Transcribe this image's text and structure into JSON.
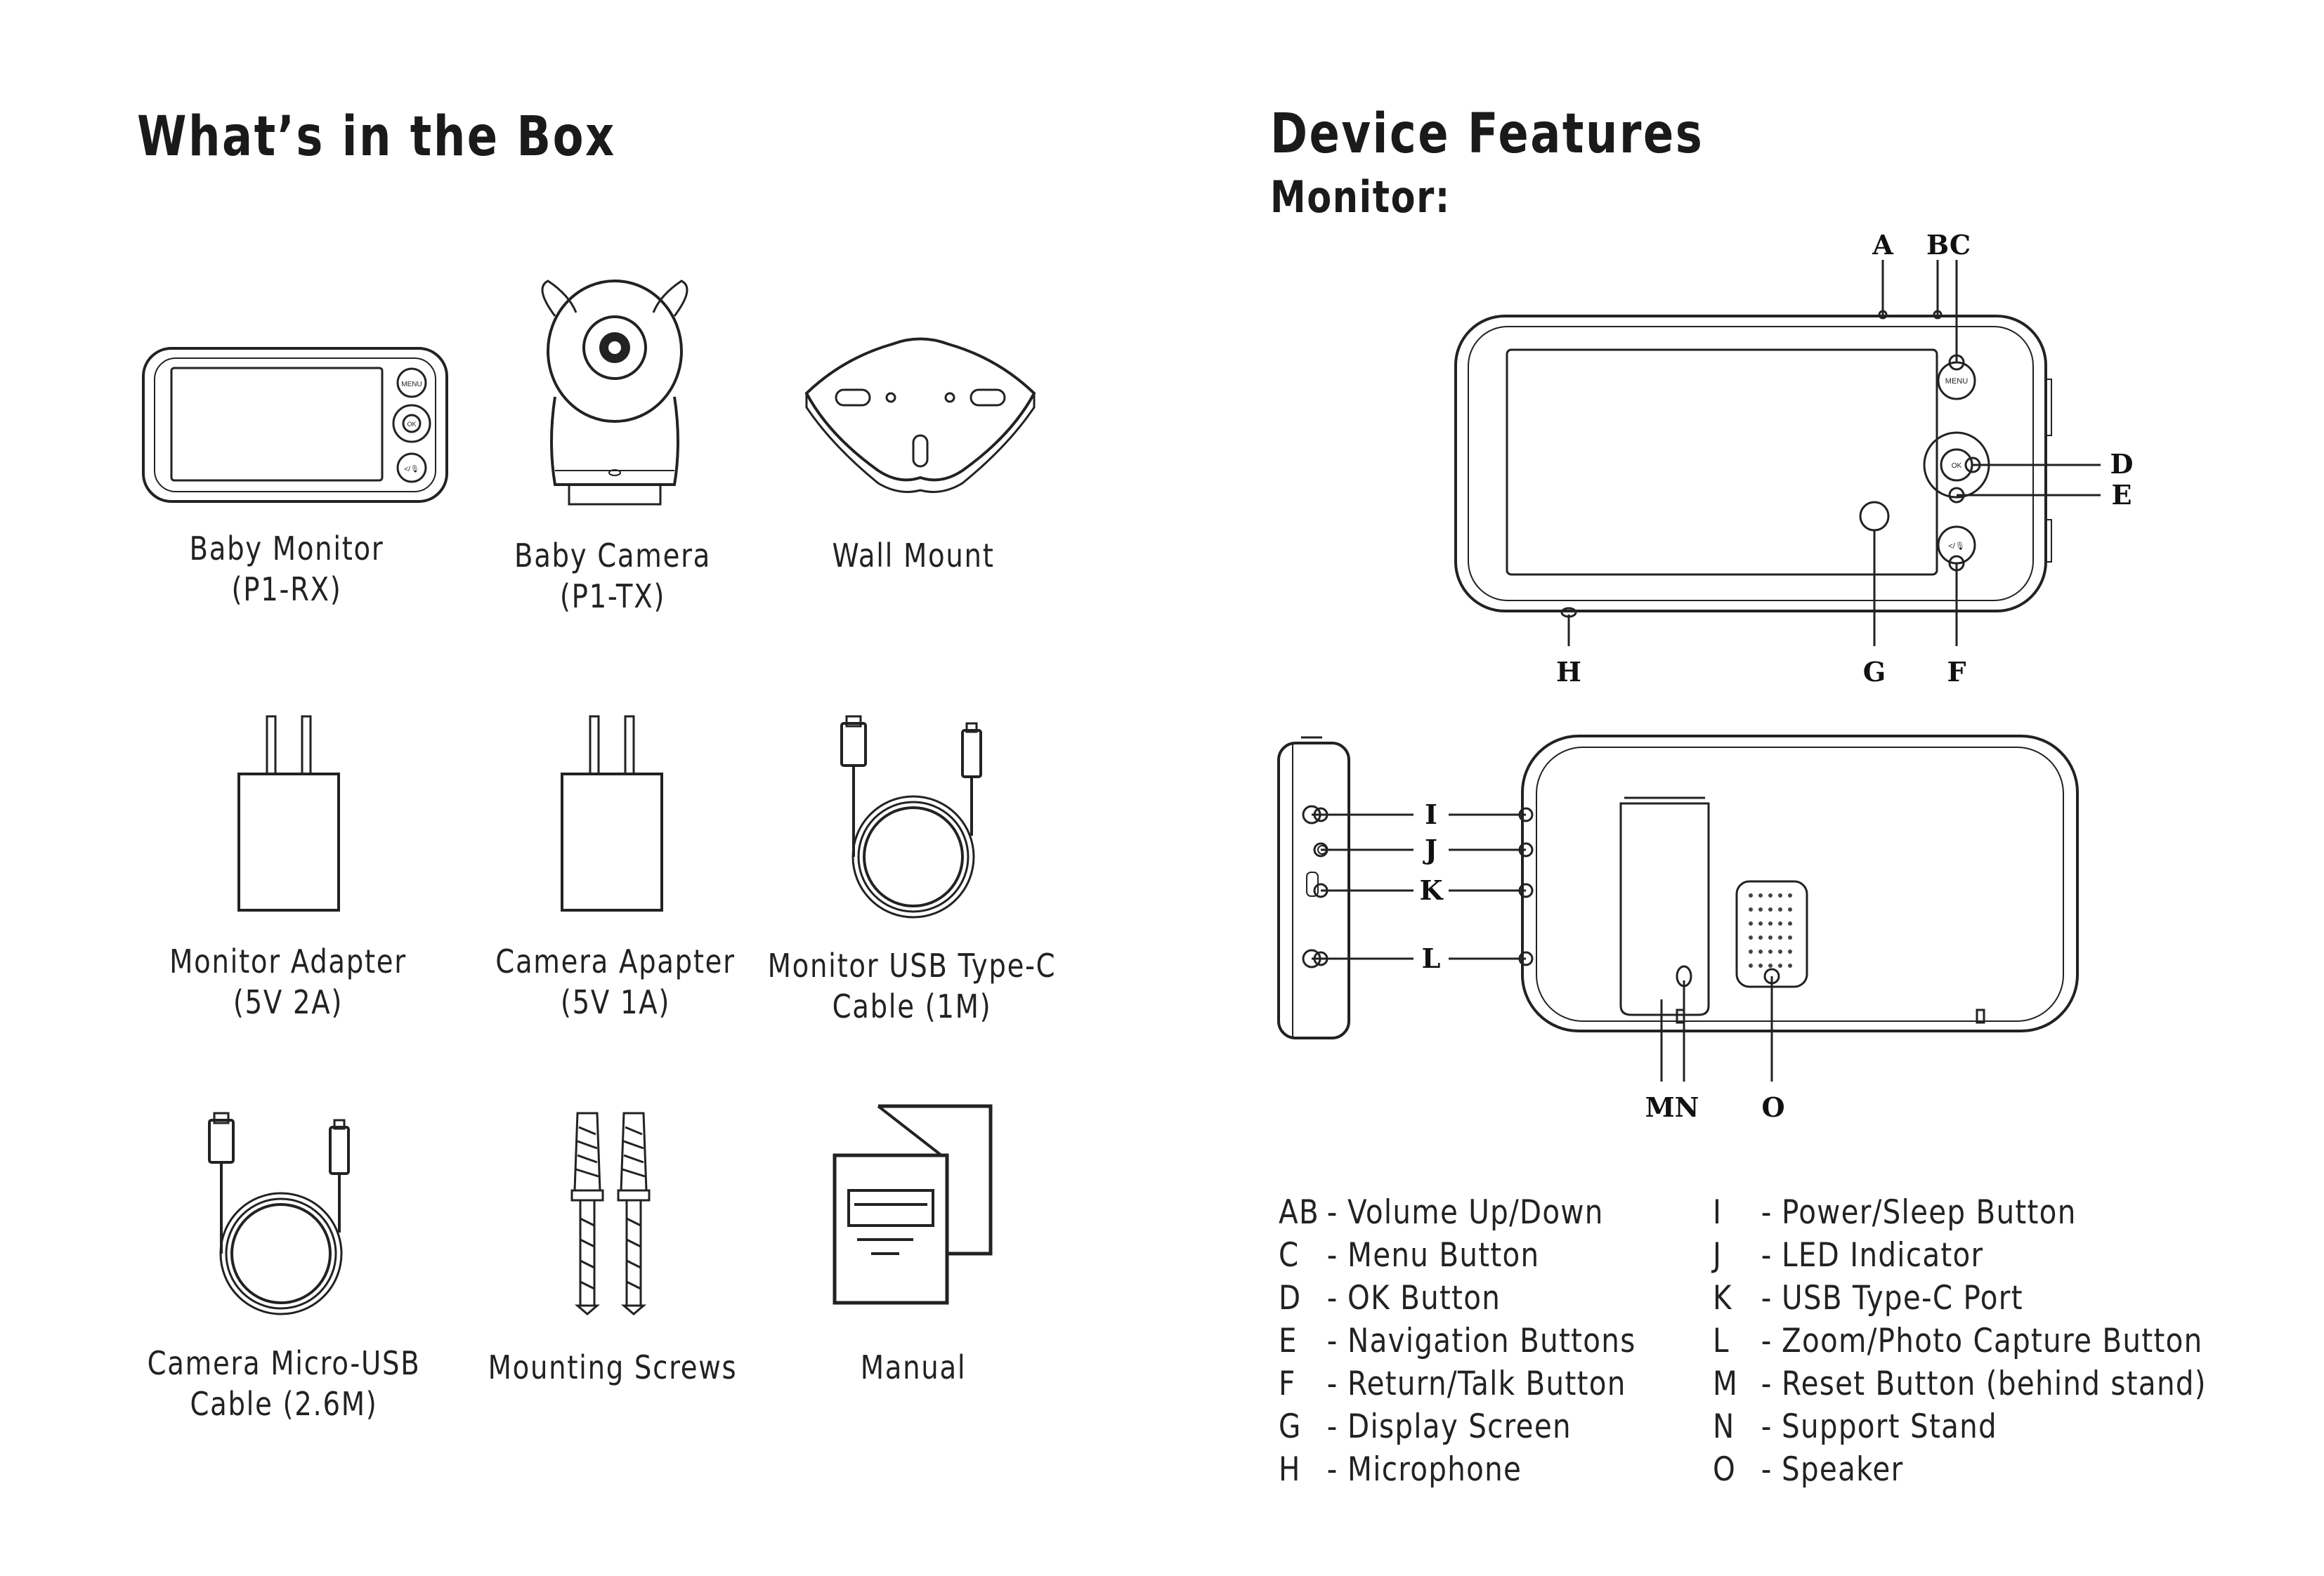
{
  "left": {
    "title": "What’s in the Box",
    "items": [
      {
        "line1": "Baby Monitor",
        "line2": "(P1-RX)"
      },
      {
        "line1": "Baby Camera",
        "line2": "(P1-TX)"
      },
      {
        "line1": "Wall Mount",
        "line2": ""
      },
      {
        "line1": "Monitor Adapter",
        "line2": "(5V 2A)"
      },
      {
        "line1": "Camera Apapter",
        "line2": "(5V 1A)"
      },
      {
        "line1": "Monitor USB Type-C",
        "line2": "Cable (1M)"
      },
      {
        "line1": "Camera Micro-USB",
        "line2": "Cable (2.6M)"
      },
      {
        "line1": "Mounting Screws",
        "line2": ""
      },
      {
        "line1": "Manual",
        "line2": ""
      }
    ],
    "monitor_buttons": [
      "MENU",
      "OK",
      "</🎙"
    ]
  },
  "right": {
    "title": "Device Features",
    "subtitle": "Monitor:",
    "front_labels": {
      "A": "A",
      "B": "B",
      "C": "C",
      "D": "D",
      "E": "E",
      "F": "F",
      "G": "G",
      "H": "H"
    },
    "side_labels": {
      "I": "I",
      "J": "J",
      "K": "K",
      "L": "L",
      "MN": "MN",
      "O": "O"
    },
    "button_text": {
      "menu": "MENU",
      "ok": "OK",
      "return": "</🎙"
    },
    "legend_left": [
      {
        "key": "AB",
        "desc": "Volume Up/Down"
      },
      {
        "key": "C",
        "desc": "Menu Button"
      },
      {
        "key": "D",
        "desc": "OK Button"
      },
      {
        "key": "E",
        "desc": "Navigation Buttons"
      },
      {
        "key": "F",
        "desc": "Return/Talk Button"
      },
      {
        "key": "G",
        "desc": "Display Screen"
      },
      {
        "key": "H",
        "desc": "Microphone"
      }
    ],
    "legend_right": [
      {
        "key": "I",
        "desc": "Power/Sleep Button"
      },
      {
        "key": "J",
        "desc": "LED Indicator"
      },
      {
        "key": "K",
        "desc": "USB Type-C Port"
      },
      {
        "key": "L",
        "desc": "Zoom/Photo Capture Button"
      },
      {
        "key": "M",
        "desc": "Reset Button (behind stand)"
      },
      {
        "key": "N",
        "desc": "Support Stand"
      },
      {
        "key": "O",
        "desc": "Speaker"
      }
    ],
    "dash": "-"
  },
  "colors": {
    "ink": "#1a1a1a",
    "background": "#ffffff"
  }
}
